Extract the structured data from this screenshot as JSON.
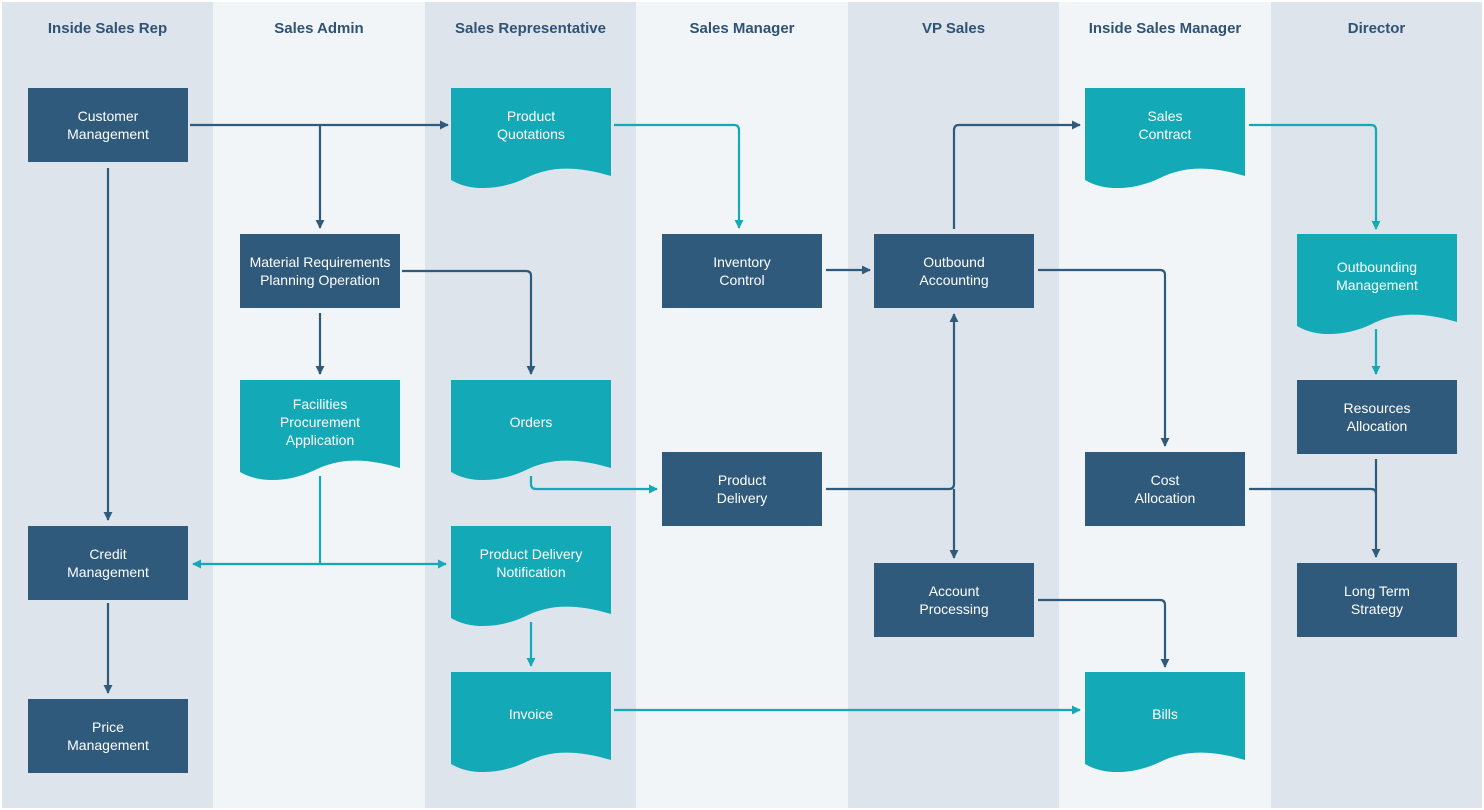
{
  "colors": {
    "process": "#2f5a7c",
    "document": "#13a9b6",
    "arrow_dark": "#2f5a7c",
    "arrow_teal": "#13a9b6",
    "lane_dark": "#dde4eb",
    "lane_light": "#f2f5f7",
    "lane_title": "#2f5376"
  },
  "lanes": [
    {
      "id": "inside-sales-rep",
      "label": "Inside Sales Rep"
    },
    {
      "id": "sales-admin",
      "label": "Sales Admin"
    },
    {
      "id": "sales-representative",
      "label": "Sales Representative"
    },
    {
      "id": "sales-manager",
      "label": "Sales Manager"
    },
    {
      "id": "vp-sales",
      "label": "VP Sales"
    },
    {
      "id": "inside-sales-manager",
      "label": "Inside Sales Manager"
    },
    {
      "id": "director",
      "label": "Director"
    }
  ],
  "nodes": {
    "customer_management": {
      "label": "Customer\nManagement",
      "shape": "process"
    },
    "credit_management": {
      "label": "Credit\nManagement",
      "shape": "process"
    },
    "price_management": {
      "label": "Price\nManagement",
      "shape": "process"
    },
    "mrp_operation": {
      "label": "Material Requirements\nPlanning Operation",
      "shape": "process"
    },
    "facilities_procurement": {
      "label": "Facilities\nProcurement\nApplication",
      "shape": "document"
    },
    "product_quotations": {
      "label": "Product\nQuotations",
      "shape": "document"
    },
    "orders": {
      "label": "Orders",
      "shape": "document"
    },
    "product_delivery_notification": {
      "label": "Product Delivery\nNotification",
      "shape": "document"
    },
    "invoice": {
      "label": "Invoice",
      "shape": "document"
    },
    "inventory_control": {
      "label": "Inventory\nControl",
      "shape": "process"
    },
    "product_delivery": {
      "label": "Product\nDelivery",
      "shape": "process"
    },
    "outbound_accounting": {
      "label": "Outbound\nAccounting",
      "shape": "process"
    },
    "account_processing": {
      "label": "Account\nProcessing",
      "shape": "process"
    },
    "sales_contract": {
      "label": "Sales\nContract",
      "shape": "document"
    },
    "cost_allocation": {
      "label": "Cost\nAllocation",
      "shape": "process"
    },
    "bills": {
      "label": "Bills",
      "shape": "document"
    },
    "outbounding_management": {
      "label": "Outbounding\nManagement",
      "shape": "document"
    },
    "resources_allocation": {
      "label": "Resources\nAllocation",
      "shape": "process"
    },
    "long_term_strategy": {
      "label": "Long Term\nStrategy",
      "shape": "process"
    }
  }
}
